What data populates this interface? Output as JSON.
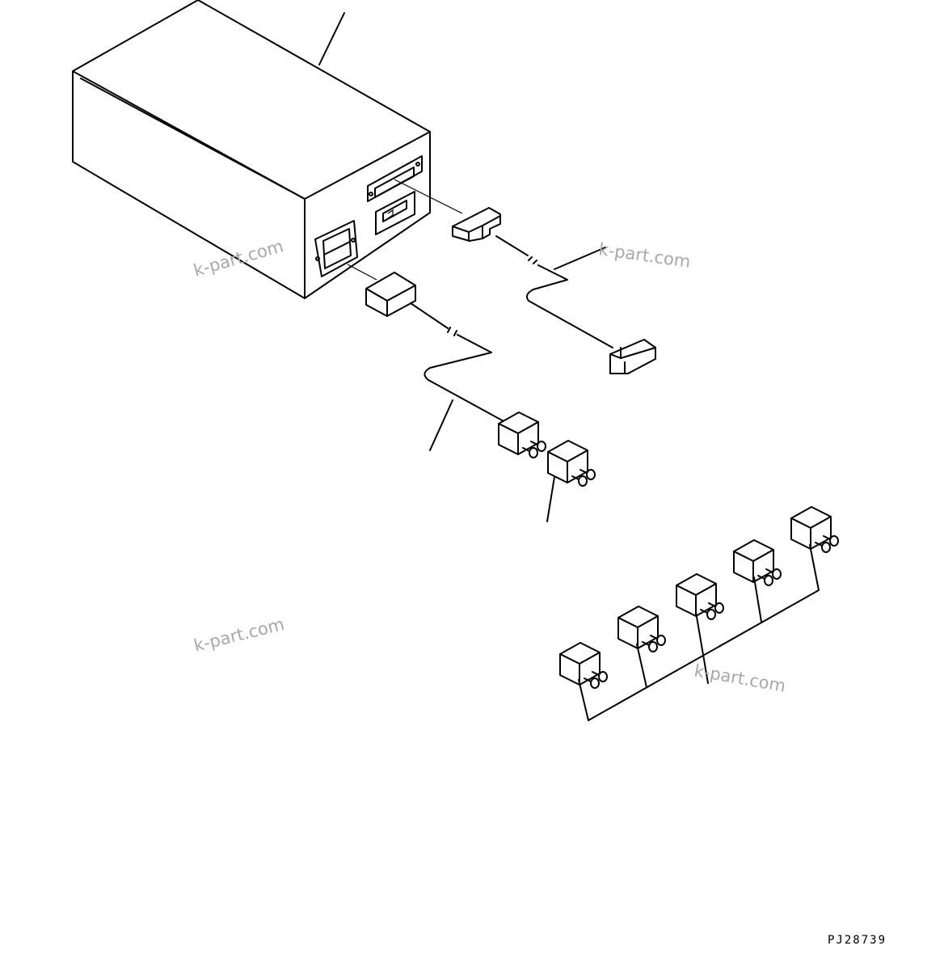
{
  "drawing": {
    "part_code": "PJ28739",
    "watermarks": [
      "k-part.com",
      "k-part.com",
      "k-part.com",
      "k-part.com"
    ]
  }
}
